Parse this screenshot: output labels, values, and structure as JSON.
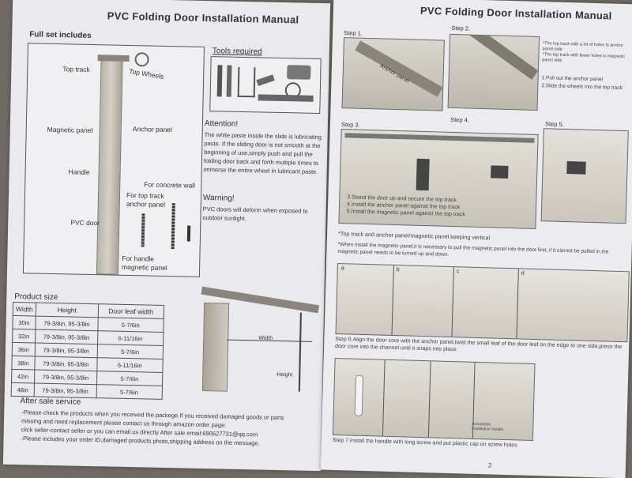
{
  "left_page": {
    "title": "PVC Folding Door Installation Manual",
    "full_set_heading": "Full set includes",
    "labels": {
      "top_track": "Top track",
      "top_wheels": "Top Wheels",
      "magnetic_panel": "Magnetic panel",
      "anchor_panel": "Anchor panel",
      "handle": "Handle",
      "pvc_door": "PVC door",
      "for_concrete_wall": "For concrete wall",
      "for_top_track_anchor_panel": "For top track\nanchor panel",
      "for_handle_magnetic_panel": "For handle\nmagnetic panel"
    },
    "tools_heading": "Tools required",
    "attention_heading": "Attention!",
    "attention_text": "The white paste inside the slide is lubricating paste. If the sliding door is not smooth at the beginning of use,simply push and pull the folding door back and forth multiple times to immerse the entire wheel in lubricant paste.",
    "warning_heading": "Warning!",
    "warning_text": "PVC doors will deform when exposed to outdoor sunlight.",
    "product_size_heading": "Product size",
    "size_table": {
      "headers": [
        "Width",
        "Height",
        "Door leaf width"
      ],
      "rows": [
        [
          "30in",
          "79-3/8in, 95-3/8in",
          "5-7/6in"
        ],
        [
          "32in",
          "79-3/8in, 95-3/8in",
          "6-11/16in"
        ],
        [
          "36in",
          "79-3/8in, 95-3/8in",
          "5-7/6in"
        ],
        [
          "38in",
          "79-3/8in, 95-3/8in",
          "6-11/16in"
        ],
        [
          "42in",
          "79-3/8in, 95-3/8in",
          "5-7/6in"
        ],
        [
          "48in",
          "79-3/8in, 95-3/8in",
          "5-7/6in"
        ]
      ]
    },
    "diagram_labels": {
      "width": "Width",
      "height": "Height"
    },
    "after_sale_heading": "After sale service",
    "after_sale_lines": [
      "-Please check the products when you received the packege.If you received damaged goods or parts",
      "missing and need replacement please contact us through amazon order page:",
      "click seller-contact seller or you can email us directly After sale email:690627731@qq.com",
      "-Please includes your order ID,damaged products photo,shipping address on the message."
    ]
  },
  "right_page": {
    "title": "PVC Folding Door Installation Manual",
    "step1": "Step 1.",
    "step1_label": "Anchor panel",
    "step2": "Step 2.",
    "step2_note_small": "*The top track with a lot of holes is anchor panel side\n*The top track with fewer holes is magnetic panel side",
    "step2_text1": "1.Pull out the anchor panel",
    "step2_text2": "2.Slide the wheels into the top track",
    "step3": "Step 3.",
    "step4": "Step 4.",
    "step5": "Step 5.",
    "step345_text": [
      "3.Stand the door up and secure the top track",
      "4.Install the anchor panel against the top track",
      "5.Install the magnetic panel against the top track"
    ],
    "note1": "*Top track and anchor panel/magnetic panel keeping vertical",
    "note2": "*When install the magnetic panel,it is necessary to pull the magnetic panel into the door first, if it cannot be pulled in,the magnetic panel needs to be turned up and down.",
    "step6_letters": [
      "a",
      "b",
      "c",
      "d"
    ],
    "step6_text": "Step 6.Align the door core with the anchor panel,twist the small leaf of the door leaf on the edge to one side,press the door core into the channel until it snaps into place",
    "step7_text": "Step 7.Install the handle with long screw and put plastic cap on screw holes",
    "step7_tag": "Annotation\ninstallation handle",
    "page_number": "2"
  }
}
